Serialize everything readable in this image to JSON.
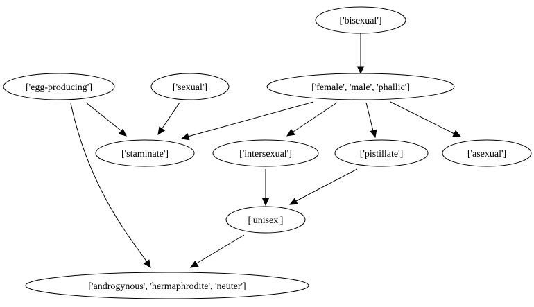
{
  "graph": {
    "nodes": [
      {
        "id": "bisexual",
        "label": "['bisexual']"
      },
      {
        "id": "egg_producing",
        "label": "['egg-producing']"
      },
      {
        "id": "sexual",
        "label": "['sexual']"
      },
      {
        "id": "female_male_phallic",
        "label": "['female', 'male', 'phallic']"
      },
      {
        "id": "staminate",
        "label": "['staminate']"
      },
      {
        "id": "intersexual",
        "label": "['intersexual']"
      },
      {
        "id": "pistillate",
        "label": "['pistillate']"
      },
      {
        "id": "asexual",
        "label": "['asexual']"
      },
      {
        "id": "unisex",
        "label": "['unisex']"
      },
      {
        "id": "androgynous",
        "label": "['androgynous', 'hermaphrodite', 'neuter']"
      }
    ],
    "edges": [
      {
        "from": "bisexual",
        "to": "female_male_phallic"
      },
      {
        "from": "egg_producing",
        "to": "staminate"
      },
      {
        "from": "egg_producing",
        "to": "androgynous"
      },
      {
        "from": "sexual",
        "to": "staminate"
      },
      {
        "from": "female_male_phallic",
        "to": "staminate"
      },
      {
        "from": "female_male_phallic",
        "to": "intersexual"
      },
      {
        "from": "female_male_phallic",
        "to": "pistillate"
      },
      {
        "from": "female_male_phallic",
        "to": "asexual"
      },
      {
        "from": "intersexual",
        "to": "unisex"
      },
      {
        "from": "pistillate",
        "to": "unisex"
      },
      {
        "from": "unisex",
        "to": "androgynous"
      }
    ]
  }
}
